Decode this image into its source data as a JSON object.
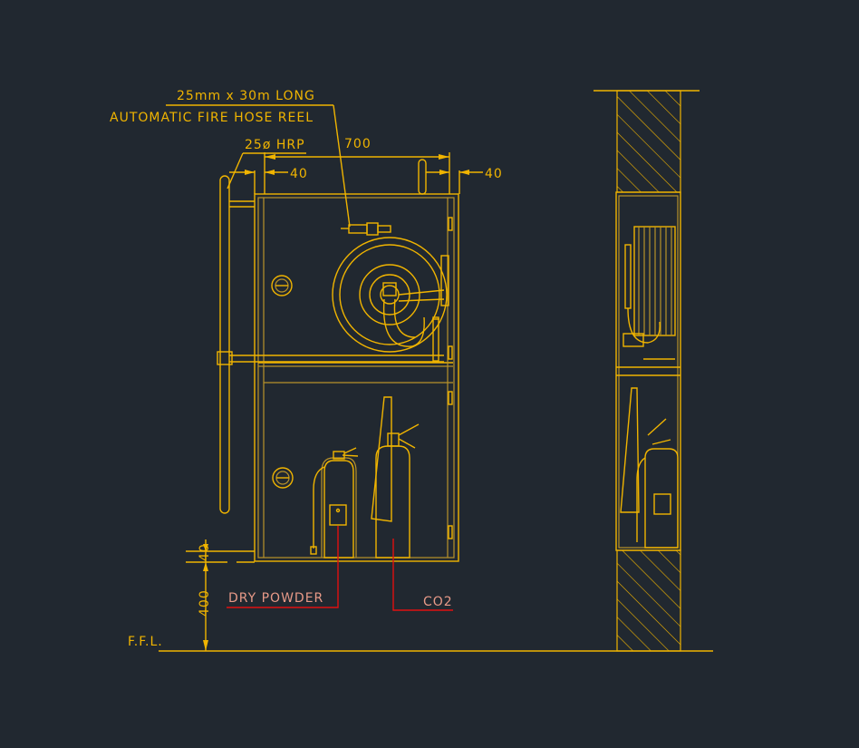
{
  "labels": {
    "hose_size": "25mm x 30m LONG",
    "hose_reel": "AUTOMATIC FIRE HOSE REEL",
    "pipe": "25ø HRP",
    "width_dim": "700",
    "left_offset_dim": "40",
    "right_offset_dim": "40",
    "dry_powder": "DRY POWDER",
    "co2": "CO2",
    "ffl": "F.F.L.",
    "base_gap_dim": "40",
    "height_dim": "400"
  },
  "colors": {
    "background": "#212830",
    "lines": "#f0b400",
    "leaders": "#e01010",
    "leader_text": "#e89a88"
  }
}
